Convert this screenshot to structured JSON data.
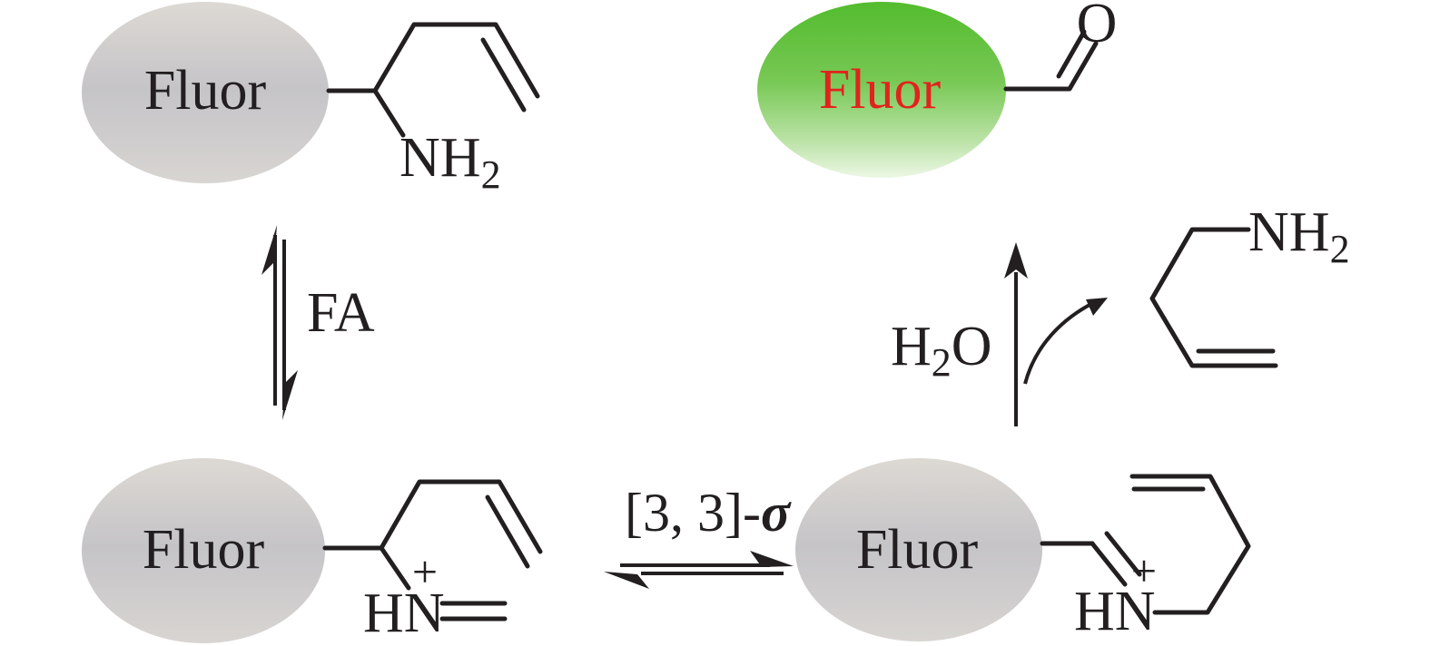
{
  "colors": {
    "background": "#ffffff",
    "ink": "#231f20",
    "fluor_text_red": "#e2231d",
    "gray_ellipse_top": "#ddd9d4",
    "gray_ellipse_mid": "#c5c4c7",
    "gray_ellipse_bottom": "#d8d5d2",
    "green_ellipse_top": "#53bc2e",
    "green_ellipse_mid": "#77c854",
    "green_ellipse_light": "#b9e2a4",
    "green_ellipse_bottom": "#ecf7e5"
  },
  "molecules": {
    "probe_amine": {
      "fluor": "Fluor",
      "group_n": "NH",
      "group_sub": "2"
    },
    "aldehyde_product": {
      "fluor": "Fluor",
      "oxygen": "O"
    },
    "iminium": {
      "fluor": "Fluor",
      "hn": "HN",
      "charge": "+"
    },
    "rearranged_iminium": {
      "fluor": "Fluor",
      "hn": "HN",
      "charge": "+"
    },
    "released_amine": {
      "group_n": "NH",
      "group_sub": "2"
    }
  },
  "arrows": {
    "condensation": {
      "label": "FA"
    },
    "sigmatropic": {
      "label": "[3, 3]-",
      "symbol": "σ"
    },
    "hydrolysis": {
      "h": "H",
      "sub": "2",
      "o": "O"
    }
  }
}
